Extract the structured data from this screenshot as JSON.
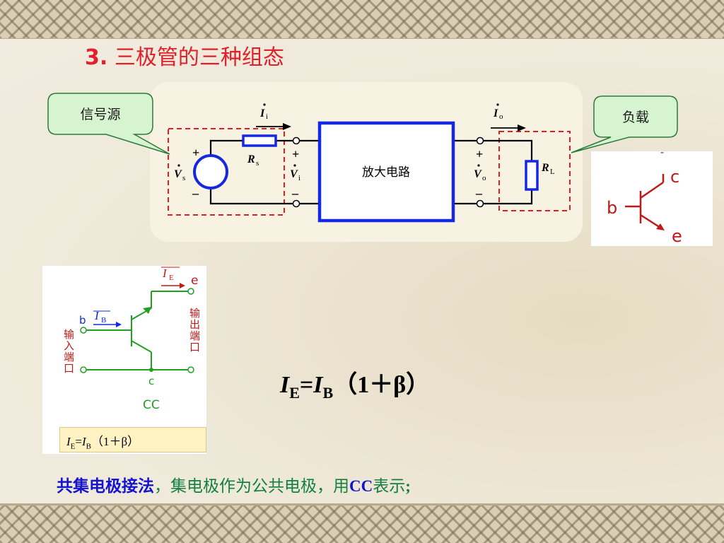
{
  "title": {
    "number": "3.",
    "text": "三极管的三种组态"
  },
  "circuit": {
    "callout_source": "信号源",
    "callout_load": "负载",
    "amplifier_label": "放大电路",
    "current_in": {
      "symbol": "I",
      "sub": "i"
    },
    "current_out": {
      "symbol": "I",
      "sub": "o"
    },
    "resistor_source": {
      "symbol": "R",
      "sub": "s"
    },
    "resistor_load": {
      "symbol": "R",
      "sub": "L"
    },
    "voltage_source": {
      "symbol": "V",
      "sub": "s"
    },
    "voltage_in": {
      "symbol": "V",
      "sub": "i"
    },
    "voltage_out": {
      "symbol": "V",
      "sub": "o"
    },
    "plus": "+",
    "minus": "–"
  },
  "transistor_symbol": {
    "base": "b",
    "collector": "c",
    "emitter": "e",
    "dash": "-"
  },
  "cc_circuit": {
    "emitter_current": {
      "symbol": "I",
      "sub": "E"
    },
    "base_current": {
      "symbol": "I",
      "sub": "B"
    },
    "base_terminal": "b",
    "collector_terminal": "c",
    "emitter_terminal": "e",
    "input_port": [
      "输",
      "入",
      "端",
      "口"
    ],
    "output_port": [
      "输",
      "出",
      "端",
      "口"
    ],
    "config_label": "CC",
    "formula": {
      "i1": "I",
      "s1": "E",
      "eq": "=",
      "i2": "I",
      "s2": "B",
      "rest": "（1＋β）"
    }
  },
  "formula_main": {
    "i1": "I",
    "s1": "E",
    "eq": "=",
    "i2": "I",
    "s2": "B",
    "rest": "（1＋β）"
  },
  "bottom_text": {
    "emphasis": "共集电极接法",
    "middle": "，集电极作为公共电极，用",
    "cc": "CC",
    "end": "表示",
    "semi": ";"
  },
  "colors": {
    "title": "#e0202a",
    "wire": "#000000",
    "amp_box": "#1428e0",
    "dashed": "#e02020",
    "callout_fill": "#d6f4d0",
    "callout_stroke": "#2c7a3a",
    "cc_green": "#22a022",
    "terminal_red": "#c21818"
  }
}
